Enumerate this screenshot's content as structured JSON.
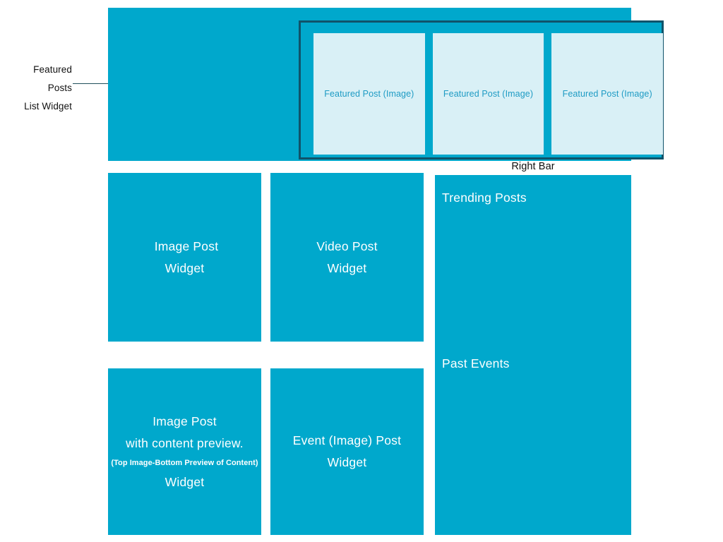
{
  "annotations": {
    "featured_callout": {
      "line1": "Featured Posts",
      "line2": "List Widget"
    },
    "right_bar_label": "Right Bar"
  },
  "hero": {
    "featured_cards": [
      {
        "label": "Featured Post (Image)"
      },
      {
        "label": "Featured Post (Image)"
      },
      {
        "label": "Featured Post (Image)"
      }
    ]
  },
  "widgets": {
    "image_post": {
      "line1": "Image Post",
      "line2": "Widget"
    },
    "video_post": {
      "line1": "Video Post",
      "line2": "Widget"
    },
    "image_post_preview": {
      "line1": "Image  Post",
      "line2": "with content preview.",
      "line3": "(Top Image-Bottom Preview of Content)",
      "line4": "Widget"
    },
    "event_post": {
      "line1": "Event (Image) Post",
      "line2": "Widget"
    }
  },
  "right_bar": {
    "trending_heading": "Trending Posts",
    "past_events_heading": "Past Events"
  },
  "colors": {
    "primary_blue": "#00A8CC",
    "card_light": "#D9F0F6",
    "card_text": "#1E9BC4",
    "frame_border": "#10536a",
    "annotation_text": "#111111",
    "leader_line": "#20505c",
    "widget_text": "#FFFFFF",
    "page_background": "#FFFFFF"
  }
}
